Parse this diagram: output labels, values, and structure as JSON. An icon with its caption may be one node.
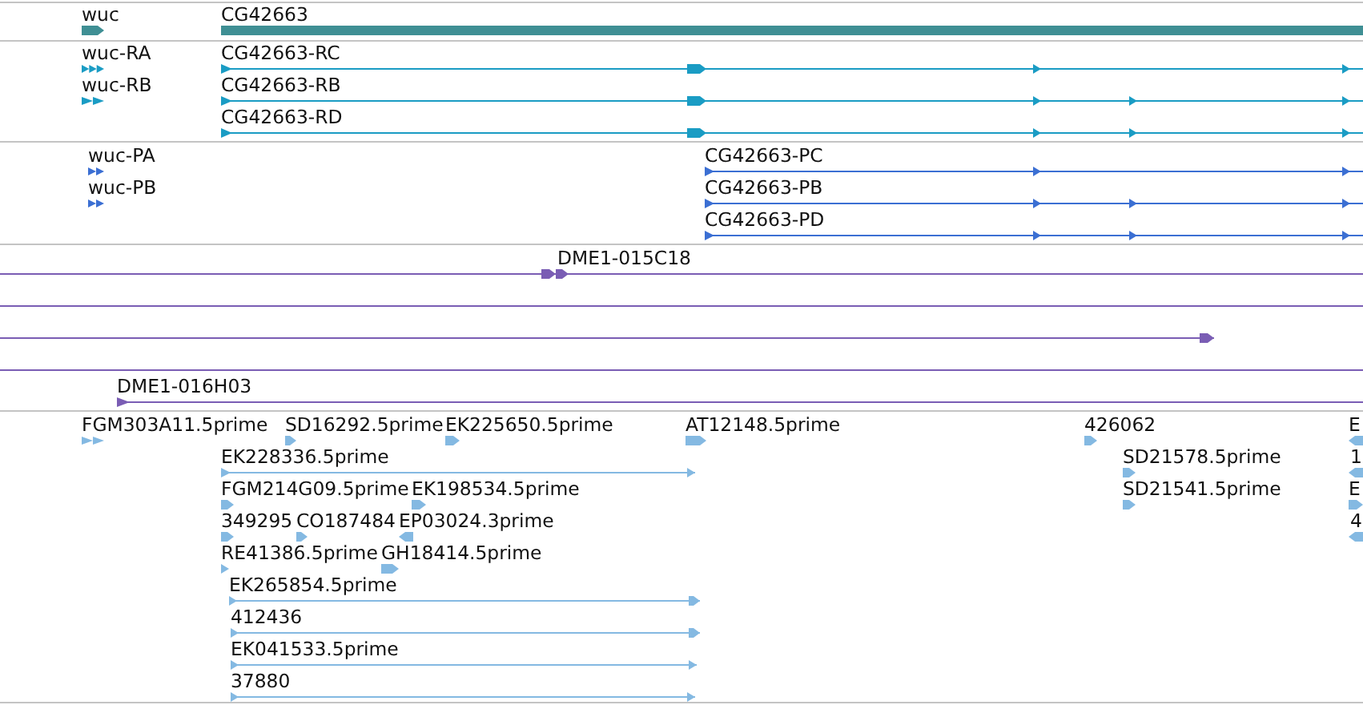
{
  "diagram": {
    "nodes": [
      {
        "text": [
          "wuc"
        ]
      },
      {
        "text": [
          "CG42663"
        ]
      },
      {
        "text": [
          "wuc-RA"
        ]
      },
      {
        "text": [
          "CG42663-RC"
        ]
      },
      {
        "text": [
          "wuc-RB"
        ]
      },
      {
        "text": [
          "CG42663-RB"
        ]
      },
      {
        "text": [
          "CG42663-RD"
        ]
      },
      {
        "text": [
          "wuc-PA"
        ]
      },
      {
        "text": [
          "CG42663-PC"
        ]
      },
      {
        "text": [
          "wuc-PB"
        ]
      },
      {
        "text": [
          "CG42663-PB"
        ]
      },
      {
        "text": [
          "CG42663-PD"
        ]
      },
      {
        "text": [
          "DME1-015C18"
        ]
      },
      {
        "text": [],
        "shape": "line"
      },
      {
        "text": [],
        "shape": "line"
      },
      {
        "text": [],
        "shape": "line"
      },
      {
        "text": [
          "DME1-016H03"
        ]
      },
      {
        "text": [
          "FGM303A11.5prime"
        ]
      },
      {
        "text": [
          "SD16292.5prime"
        ]
      },
      {
        "text": [
          "EK225650.5prime"
        ]
      },
      {
        "text": [
          "AT12148.5prime"
        ]
      },
      {
        "text": [
          "426062"
        ]
      },
      {
        "text": [
          "E"
        ]
      },
      {
        "text": [
          "EK228336.5prime"
        ]
      },
      {
        "text": [
          "SD21578.5prime"
        ]
      },
      {
        "text": [
          "1"
        ]
      },
      {
        "text": [
          "FGM214G09.5prime"
        ]
      },
      {
        "text": [
          "EK198534.5prime"
        ]
      },
      {
        "text": [
          "SD21541.5prime"
        ]
      },
      {
        "text": [
          "E"
        ]
      },
      {
        "text": [
          "349295"
        ]
      },
      {
        "text": [
          "CO187484"
        ]
      },
      {
        "text": [
          "EP03024.3prime"
        ]
      },
      {
        "text": [
          "4"
        ]
      },
      {
        "text": [
          "RE41386.5prime"
        ]
      },
      {
        "text": [
          "GH18414.5prime"
        ]
      },
      {
        "text": [
          "EK265854.5prime"
        ]
      },
      {
        "text": [
          "412436"
        ]
      },
      {
        "text": [
          "EK041533.5prime"
        ]
      },
      {
        "text": [
          "37880"
        ]
      }
    ]
  }
}
